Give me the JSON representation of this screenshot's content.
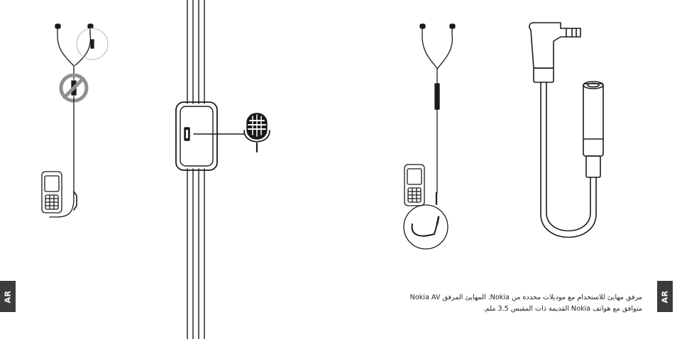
{
  "tabs": {
    "left": "AR",
    "right": "AR"
  },
  "caption": {
    "line1": "مرفق مهايئ للاستخدام مع موديلات محددة من Nokia. المهايئ المرفق Nokia AV",
    "line2": "متوافق مع هواتف Nokia القديمة ذات المقبس 3.5 ملم."
  },
  "colors": {
    "line": "#1a1a1a",
    "tab_bg": "#3c3c3c",
    "prohibited": "#8f8f8f"
  },
  "icons": [
    "earphones-headset",
    "prohibited-sign",
    "nokia-phone",
    "microphone-icon",
    "mic-clip",
    "av-adapter-cable",
    "headset-cable"
  ]
}
